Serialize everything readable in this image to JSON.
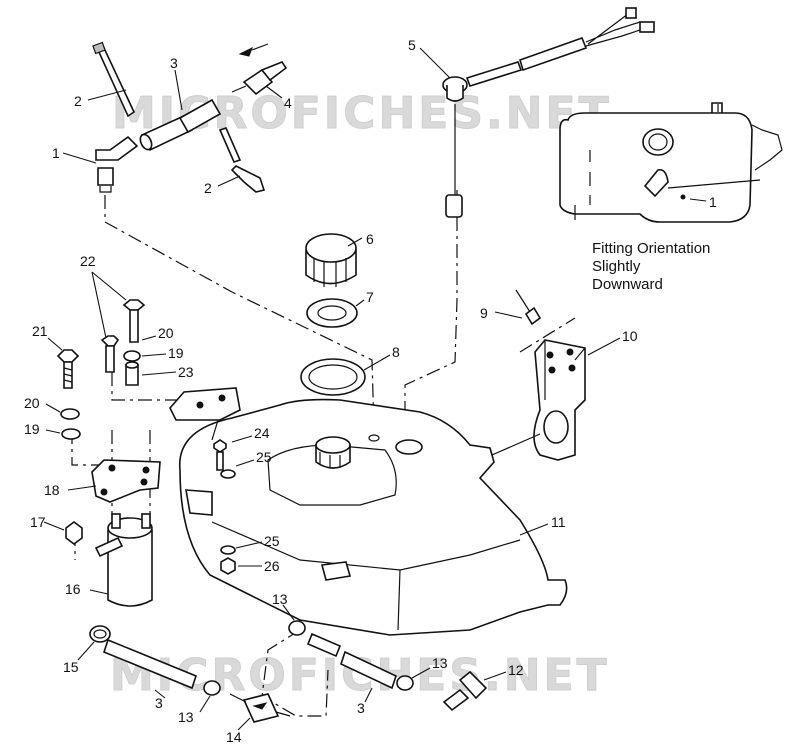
{
  "watermark_top": "MICROFICHES.NET",
  "watermark_bottom": "MICROFICHES.NET",
  "inset_note": [
    "Fitting Orientation",
    "Slightly",
    "Downward"
  ],
  "callouts": {
    "c1": "1",
    "c2a": "2",
    "c2b": "2",
    "c3a": "3",
    "c3b": "3",
    "c3c": "3",
    "c4": "4",
    "c5": "5",
    "c6": "6",
    "c7": "7",
    "c8": "8",
    "c9": "9",
    "c10": "10",
    "c11": "11",
    "c12": "12",
    "c13a": "13",
    "c13b": "13",
    "c13c": "13",
    "c14": "14",
    "c15": "15",
    "c16": "16",
    "c17": "17",
    "c18": "18",
    "c19a": "19",
    "c19b": "19",
    "c20a": "20",
    "c20b": "20",
    "c21": "21",
    "c22": "22",
    "c23": "23",
    "c24": "24",
    "c25a": "25",
    "c25b": "25",
    "c26": "26",
    "c_inset1": "1"
  }
}
